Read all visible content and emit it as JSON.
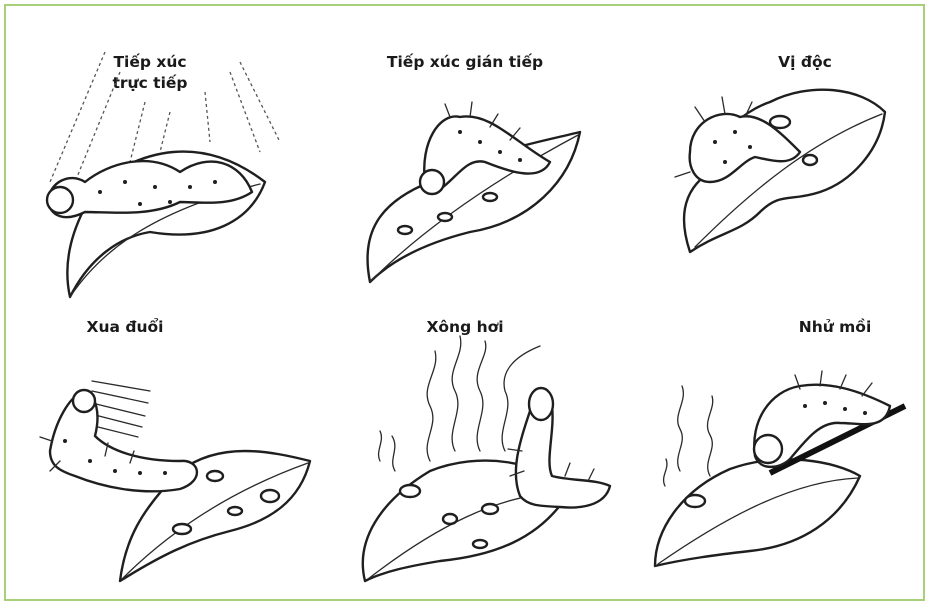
{
  "panels": [
    {
      "id": "contact-direct",
      "label": "Tiếp xúc\ntrực tiếp"
    },
    {
      "id": "contact-indirect",
      "label": "Tiếp xúc gián tiếp"
    },
    {
      "id": "stomach-poison",
      "label": "Vị độc"
    },
    {
      "id": "repellent",
      "label": "Xua đuổi"
    },
    {
      "id": "fumigant",
      "label": "Xông hơi"
    },
    {
      "id": "bait",
      "label": "Nhử mồi"
    }
  ],
  "colors": {
    "border": "#a8cf7a",
    "ink": "#1f1f1f"
  }
}
